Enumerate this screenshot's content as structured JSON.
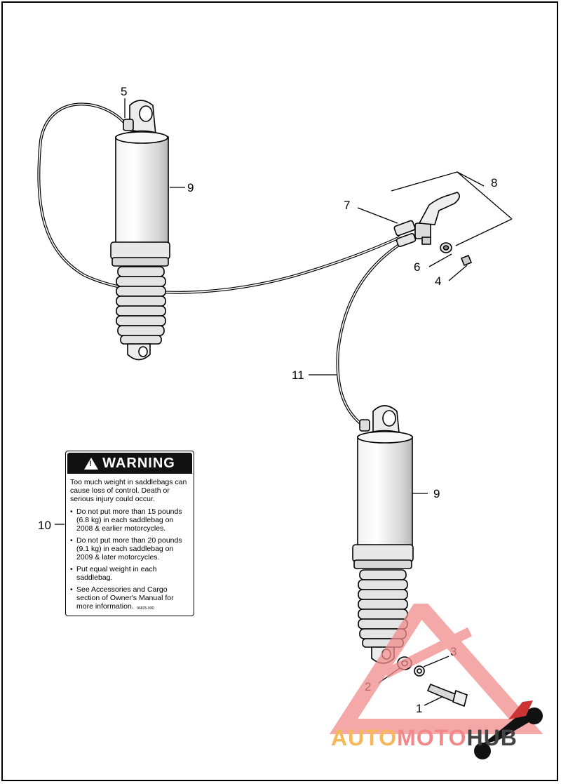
{
  "callouts": {
    "c1": "1",
    "c2": "2",
    "c3": "3",
    "c4": "4",
    "c5": "5",
    "c6": "6",
    "c7": "7",
    "c8": "8",
    "c9a": "9",
    "c9b": "9",
    "c10": "10",
    "c11": "11"
  },
  "warning_label": {
    "title": "WARNING",
    "intro": "Too much weight in saddlebags can cause loss of control. Death or serious injury could occur.",
    "bullets": [
      "Do not put more than 15 pounds (6.8 kg) in each saddlebag on 2008 & earlier motorcycles.",
      "Do not put more than 20 pounds (9.1 kg) in each saddlebag on 2009 & later motorcycles.",
      "Put equal weight in each saddlebag.",
      "See Accessories and Cargo section of Owner's Manual for more information."
    ],
    "part_number": "96825-93D"
  },
  "watermark": {
    "part1": "AUTO",
    "part2": "MOTO",
    "part3": "HUB",
    "colors": {
      "auto": "#f5b85a",
      "moto": "#f08a8a",
      "hub": "#444444",
      "triangle": "#f28b8b"
    }
  },
  "icons": [
    "warning-triangle-icon",
    "motorcycle-icon"
  ]
}
